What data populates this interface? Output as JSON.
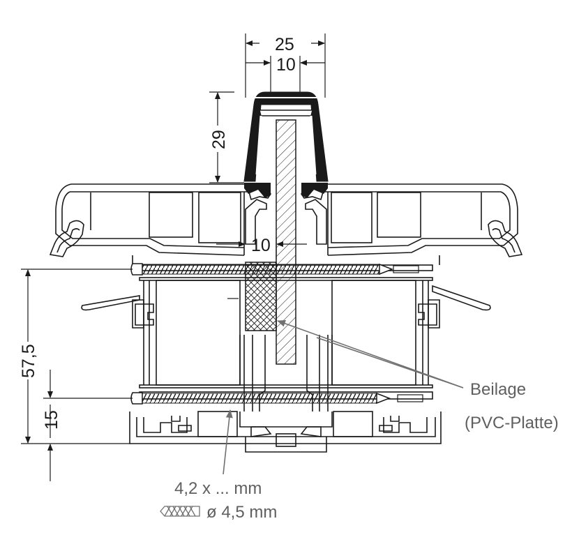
{
  "dimensions": {
    "top_width": "25",
    "top_inner_width": "10",
    "mid_width": "10",
    "height_29": "29",
    "height_57_5": "57,5",
    "height_15": "15"
  },
  "labels": {
    "beilage_line1": "Beilage",
    "beilage_line2": "(PVC-Platte)",
    "screw_size": "4,2 x ... mm",
    "drill_size": "ø 4,5 mm"
  },
  "icons": {
    "drill_bit": "drill-bit-icon"
  },
  "colors": {
    "profile_stroke": "#1a1a1a",
    "leader_line": "#707070",
    "label_text": "#5f5f5f"
  }
}
